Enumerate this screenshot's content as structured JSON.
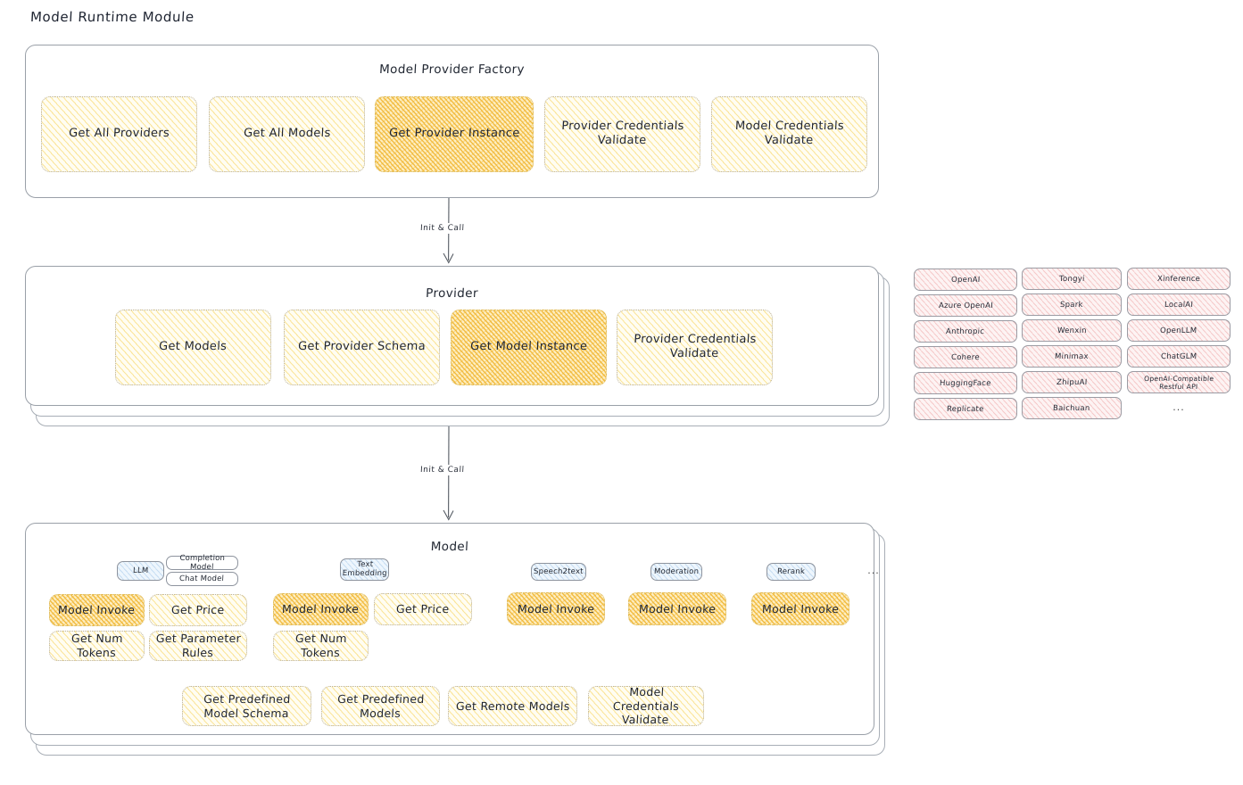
{
  "page": {
    "title": "Model Runtime Module"
  },
  "factory": {
    "title": "Model Provider Factory",
    "boxes": [
      {
        "label": "Get All Providers",
        "highlighted": false
      },
      {
        "label": "Get All Models",
        "highlighted": false
      },
      {
        "label": "Get Provider Instance",
        "highlighted": true
      },
      {
        "label": "Provider Credentials Validate",
        "highlighted": false
      },
      {
        "label": "Model Credentials Validate",
        "highlighted": false
      }
    ]
  },
  "arrow1": {
    "label": "Init & Call"
  },
  "provider": {
    "title": "Provider",
    "boxes": [
      {
        "label": "Get Models",
        "highlighted": false
      },
      {
        "label": "Get Provider Schema",
        "highlighted": false
      },
      {
        "label": "Get Model Instance",
        "highlighted": true
      },
      {
        "label": "Provider Credentials Validate",
        "highlighted": false
      }
    ]
  },
  "arrow2": {
    "label": "Init & Call"
  },
  "provider_list": {
    "column1": [
      "OpenAI",
      "Azure OpenAI",
      "Anthropic",
      "Cohere",
      "HuggingFace",
      "Replicate"
    ],
    "column2": [
      "Tongyi",
      "Spark",
      "Wenxin",
      "Minimax",
      "ZhipuAI",
      "Baichuan"
    ],
    "column3": [
      "Xinference",
      "LocalAI",
      "OpenLLM",
      "ChatGLM",
      "OpenAI-Compatible Restful API"
    ],
    "more": "..."
  },
  "model": {
    "title": "Model",
    "more": "...",
    "types": [
      {
        "name": "LLM",
        "subtypes": [
          "Completion Model",
          "Chat Model"
        ],
        "methods": [
          "Model Invoke",
          "Get Price",
          "Get Num Tokens",
          "Get Parameter Rules"
        ]
      },
      {
        "name": "Text Embedding",
        "subtypes": [],
        "methods": [
          "Model Invoke",
          "Get Price",
          "Get Num Tokens"
        ]
      },
      {
        "name": "Speech2text",
        "subtypes": [],
        "methods": [
          "Model Invoke"
        ]
      },
      {
        "name": "Moderation",
        "subtypes": [],
        "methods": [
          "Model Invoke"
        ]
      },
      {
        "name": "Rerank",
        "subtypes": [],
        "methods": [
          "Model Invoke"
        ]
      }
    ],
    "common_methods": [
      "Get Predefined Model Schema",
      "Get Predefined Models",
      "Get Remote Models",
      "Model Credentials Validate"
    ]
  }
}
